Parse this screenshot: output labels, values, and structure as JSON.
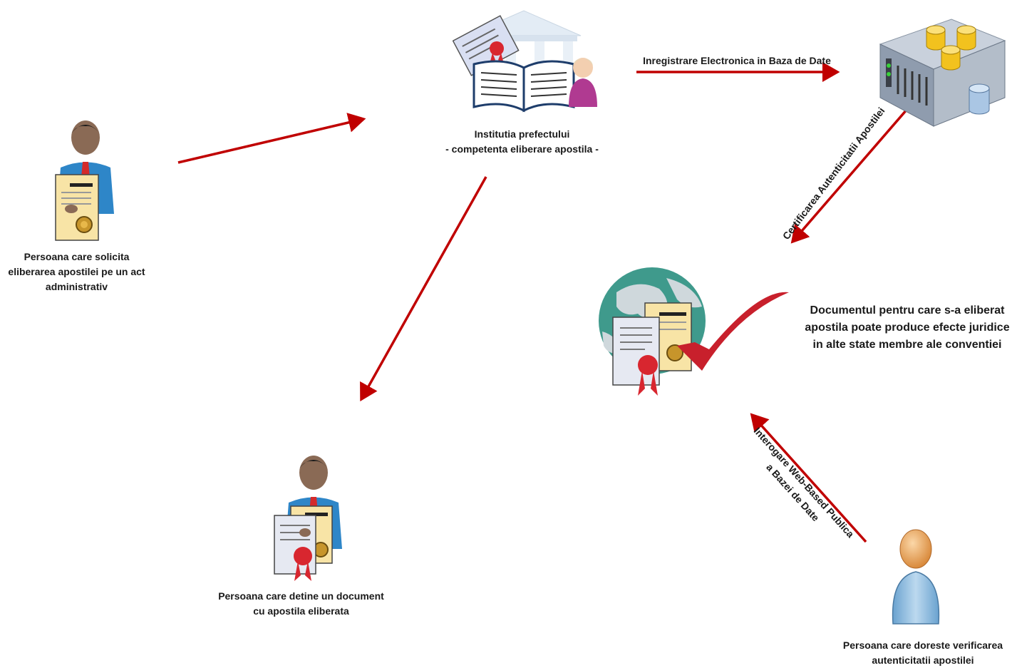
{
  "nodes": {
    "applicant": {
      "lines": [
        "Persoana care solicita",
        "eliberarea apostilei pe un act",
        "administrativ"
      ],
      "icon": "person-with-certificate-icon"
    },
    "institution": {
      "lines": [
        "Institutia prefectului",
        "- competenta eliberare apostila -"
      ],
      "icon": "institution-book-icon"
    },
    "database": {
      "icon": "database-server-icon"
    },
    "holder": {
      "lines": [
        "Persoana care detine un document",
        "cu apostila eliberata"
      ],
      "icon": "person-with-apostille-document-icon"
    },
    "document": {
      "lines": [
        "Documentul pentru care s-a eliberat",
        "apostila poate produce efecte juridice",
        "in alte state membre ale conventiei"
      ],
      "icon": "globe-certificate-checkmark-icon"
    },
    "verifier": {
      "lines": [
        "Persoana  care doreste verificarea",
        "autenticitatii apostilei"
      ],
      "icon": "user-icon"
    }
  },
  "arrows": {
    "registration": {
      "lines": [
        "Inregistrare Electronica in Baza de Date"
      ]
    },
    "certification": {
      "lines": [
        "Certificarea Autenticitatii Apostilei"
      ]
    },
    "query": {
      "lines": [
        "Interogare Web-Based Publica",
        "a Bazei de Date"
      ]
    }
  },
  "colors": {
    "arrow": "#c00000",
    "shirt": "#2e86c8",
    "tie": "#d42a2a",
    "skin": "#8a6a55",
    "paper": "#f8e4a6",
    "ribbon": "#d8262f"
  }
}
